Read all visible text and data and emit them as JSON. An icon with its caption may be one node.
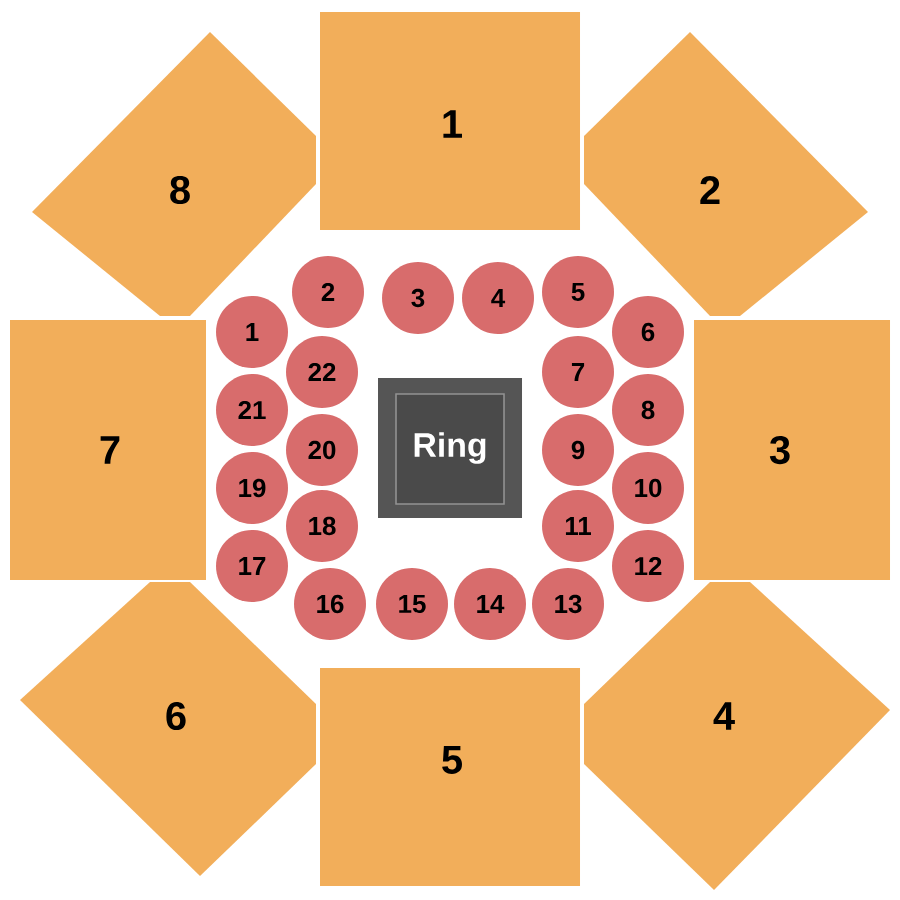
{
  "diagram": {
    "nodes": [
      {
        "text": [
          "8"
        ]
      },
      {
        "text": [
          "1"
        ]
      },
      {
        "text": [
          "2"
        ]
      },
      {
        "text": [
          "7"
        ]
      },
      {
        "text": [
          "3"
        ]
      },
      {
        "text": [
          "6"
        ]
      },
      {
        "text": [
          "5"
        ]
      },
      {
        "text": [
          "4"
        ]
      },
      {
        "text": [
          "1"
        ]
      },
      {
        "text": [
          "2"
        ]
      },
      {
        "text": [
          "3"
        ]
      },
      {
        "text": [
          "4"
        ]
      },
      {
        "text": [
          "5"
        ]
      },
      {
        "text": [
          "6"
        ]
      },
      {
        "text": [
          "7"
        ]
      },
      {
        "text": [
          "8"
        ]
      },
      {
        "text": [
          "9"
        ]
      },
      {
        "text": [
          "10"
        ]
      },
      {
        "text": [
          "11"
        ]
      },
      {
        "text": [
          "12"
        ]
      },
      {
        "text": [
          "13"
        ]
      },
      {
        "text": [
          "14"
        ]
      },
      {
        "text": [
          "15"
        ]
      },
      {
        "text": [
          "16"
        ]
      },
      {
        "text": [
          "17"
        ]
      },
      {
        "text": [
          "18"
        ]
      },
      {
        "text": [
          "19"
        ]
      },
      {
        "text": [
          "20"
        ]
      },
      {
        "text": [
          "21"
        ]
      },
      {
        "text": [
          "22"
        ]
      },
      {
        "text": [
          "Ring"
        ]
      }
    ]
  }
}
